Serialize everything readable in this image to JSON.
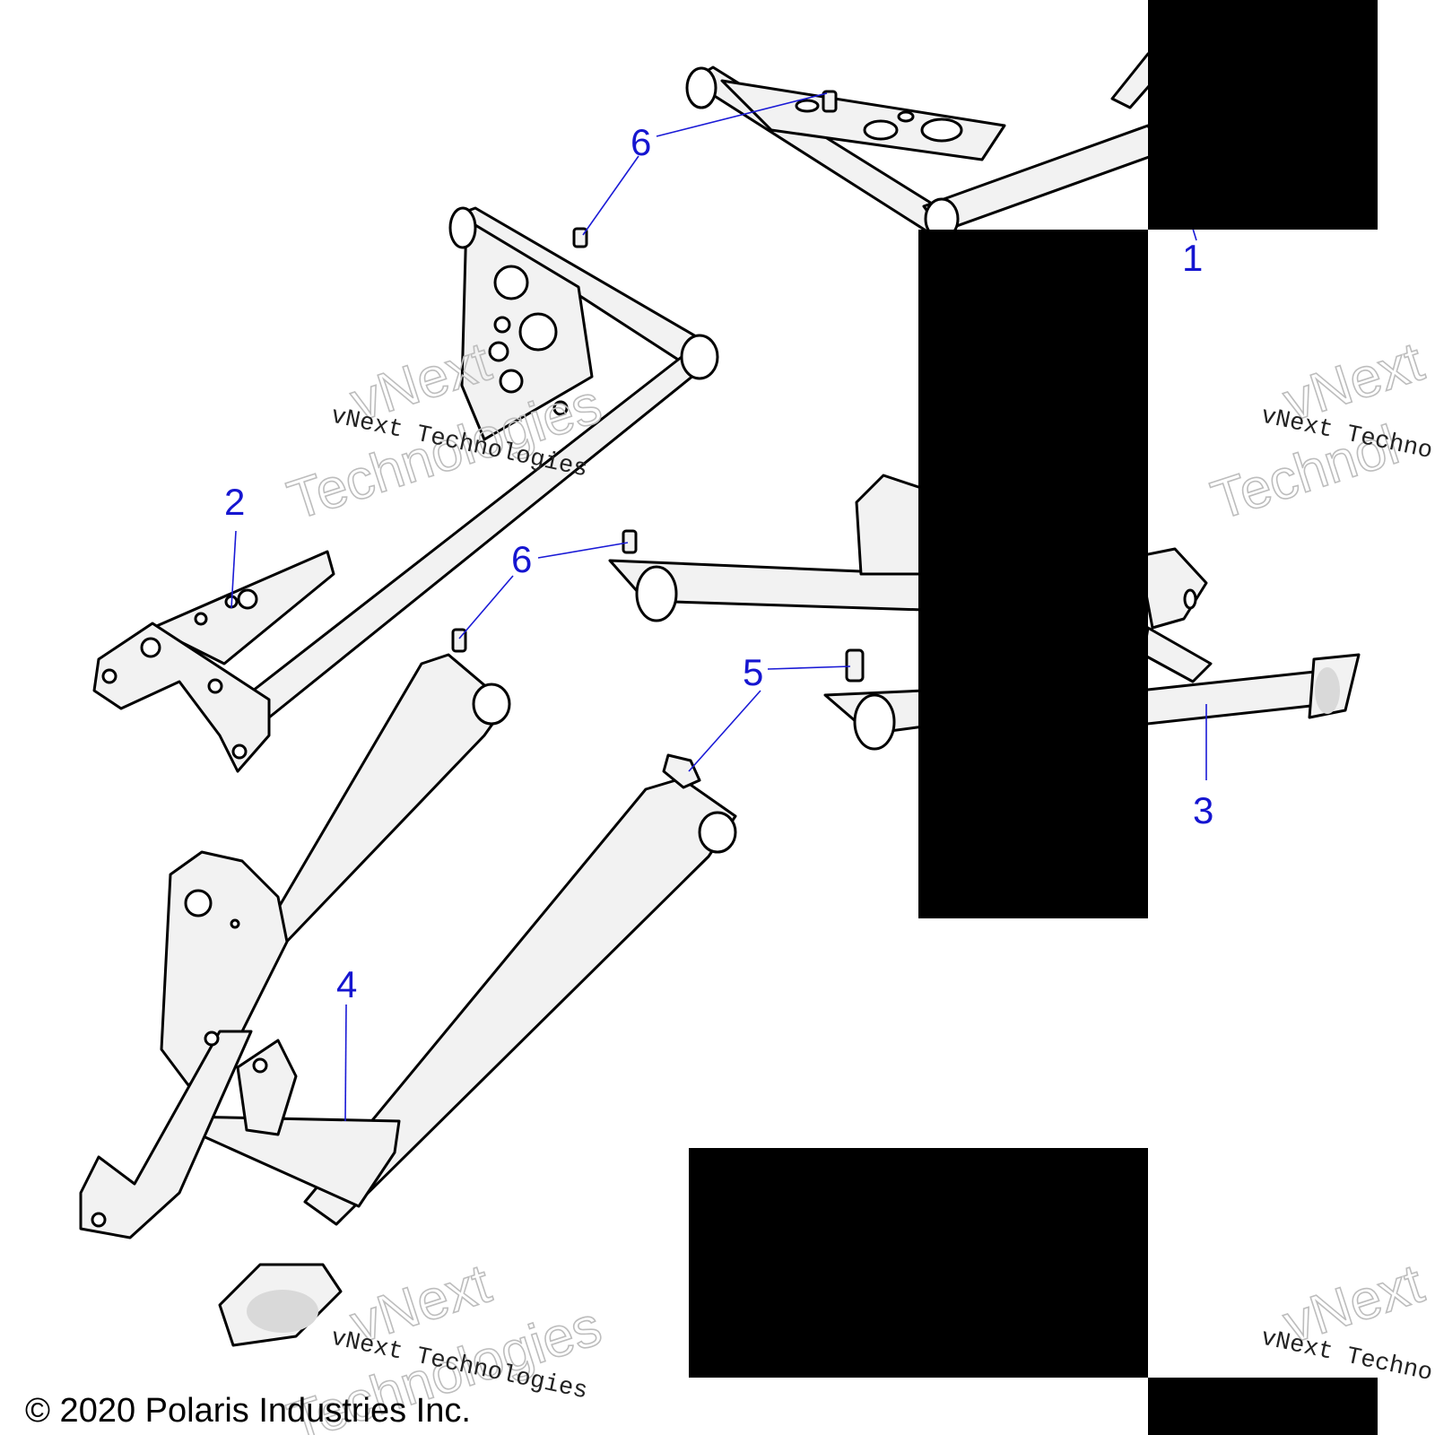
{
  "callouts": [
    {
      "id": "c1",
      "label": "1"
    },
    {
      "id": "c2",
      "label": "2"
    },
    {
      "id": "c3",
      "label": "3"
    },
    {
      "id": "c4",
      "label": "4"
    },
    {
      "id": "c5",
      "label": "5"
    },
    {
      "id": "c6a",
      "label": "6"
    },
    {
      "id": "c6b",
      "label": "6"
    }
  ],
  "watermark": {
    "small_text": "vNext Technologies",
    "big_line1": "vNext",
    "big_line2": "Technologies",
    "partial_small": "vNext Techno",
    "partial_big1": "vNext",
    "partial_big2": "Technol"
  },
  "copyright": "© 2020 Polaris Industries Inc.",
  "colors": {
    "callout": "#1515d0",
    "redaction": "#000000",
    "part_fill": "#f2f2f2"
  }
}
